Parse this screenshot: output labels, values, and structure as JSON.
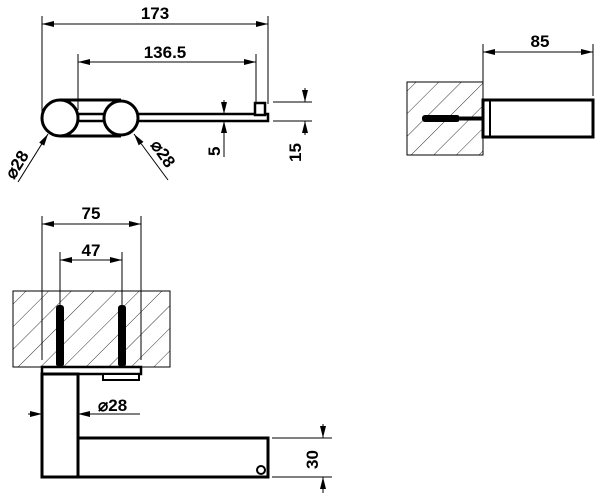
{
  "top_view": {
    "overall_length": "173",
    "bar_length": "136.5",
    "left_diameter": "⌀28",
    "right_diameter": "⌀28",
    "rod_thickness": "5",
    "end_height": "15"
  },
  "side_view": {
    "projection": "85"
  },
  "front_view": {
    "plate_width": "75",
    "screw_spacing": "47",
    "post_diameter": "⌀28",
    "arm_height": "30"
  },
  "colors": {
    "line": "#000000",
    "background": "#ffffff"
  }
}
